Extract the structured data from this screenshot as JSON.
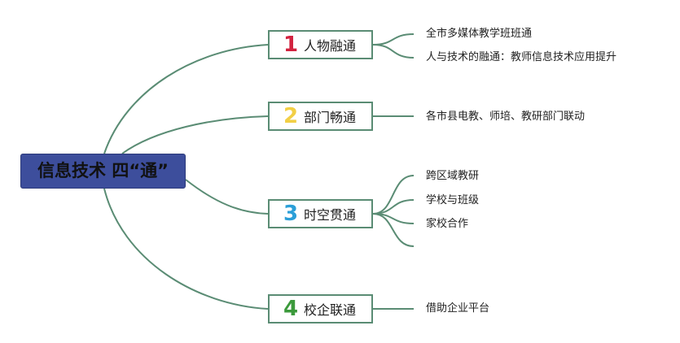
{
  "root": {
    "label": "信息技术 四“通”"
  },
  "colors": {
    "line": "#5a8c74",
    "root_fill": "#3d4e9c"
  },
  "branches": [
    {
      "number": "1",
      "number_color": "#d2233f",
      "label": "人物融通",
      "leaves": [
        "全市多媒体教学班班通",
        "人与技术的融通：教师信息技术应用提升"
      ]
    },
    {
      "number": "2",
      "number_color": "#f2cf45",
      "label": "部门畅通",
      "leaves": [
        "各市县电教、师培、教研部门联动"
      ]
    },
    {
      "number": "3",
      "number_color": "#2b9fd8",
      "label": "时空贯通",
      "leaves": [
        "跨区域教研",
        "学校与班级",
        "家校合作",
        ""
      ]
    },
    {
      "number": "4",
      "number_color": "#3c9a3c",
      "label": "校企联通",
      "leaves": [
        "借助企业平台"
      ]
    }
  ]
}
